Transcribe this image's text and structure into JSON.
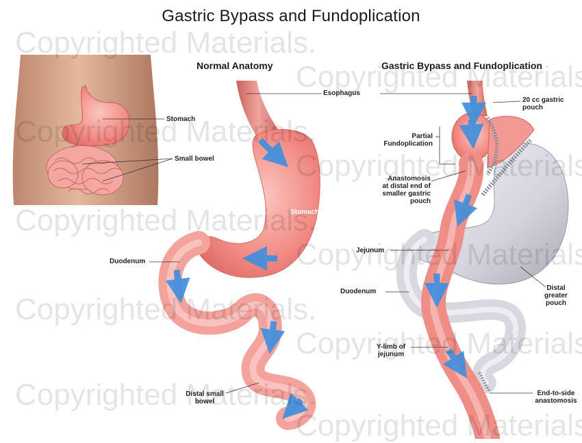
{
  "title": "Gastric Bypass and Fundoplication",
  "panels": {
    "normal": {
      "title": "Normal Anatomy"
    },
    "bypass": {
      "title": "Gastric Bypass and Fundoplication"
    }
  },
  "torso_labels": {
    "stomach": "Stomach",
    "small_bowel": "Small bowel"
  },
  "normal_labels": {
    "esophagus": "Esophagus",
    "stomach": "Stomach",
    "duodenum": "Duodenum",
    "distal_small_bowel_1": "Distal small",
    "distal_small_bowel_2": "bowel"
  },
  "bypass_labels": {
    "gastric_pouch_1": "20 cc gastric",
    "gastric_pouch_2": "pouch",
    "partial_fundo_1": "Partial",
    "partial_fundo_2": "Fundoplication",
    "anastomosis_1": "Anastomosis",
    "anastomosis_2": "at distal end of",
    "anastomosis_3": "smaller gastric",
    "anastomosis_4": "pouch",
    "jejunum": "Jejunum",
    "duodenum": "Duodenum",
    "distal_greater_1": "Distal",
    "distal_greater_2": "greater",
    "distal_greater_3": "pouch",
    "y_limb_1": "Y-limb of",
    "y_limb_2": "jejunum",
    "end_to_side_1": "End-to-side",
    "end_to_side_2": "anastomosis"
  },
  "watermark": "Copyrighted Materials.",
  "colors": {
    "skin": "#d9a88a",
    "organ_pink": "#f08a85",
    "organ_light": "#f7b3ad",
    "bypassed_grey": "#cfcfd8",
    "flow_arrow": "#3d8fe0"
  }
}
